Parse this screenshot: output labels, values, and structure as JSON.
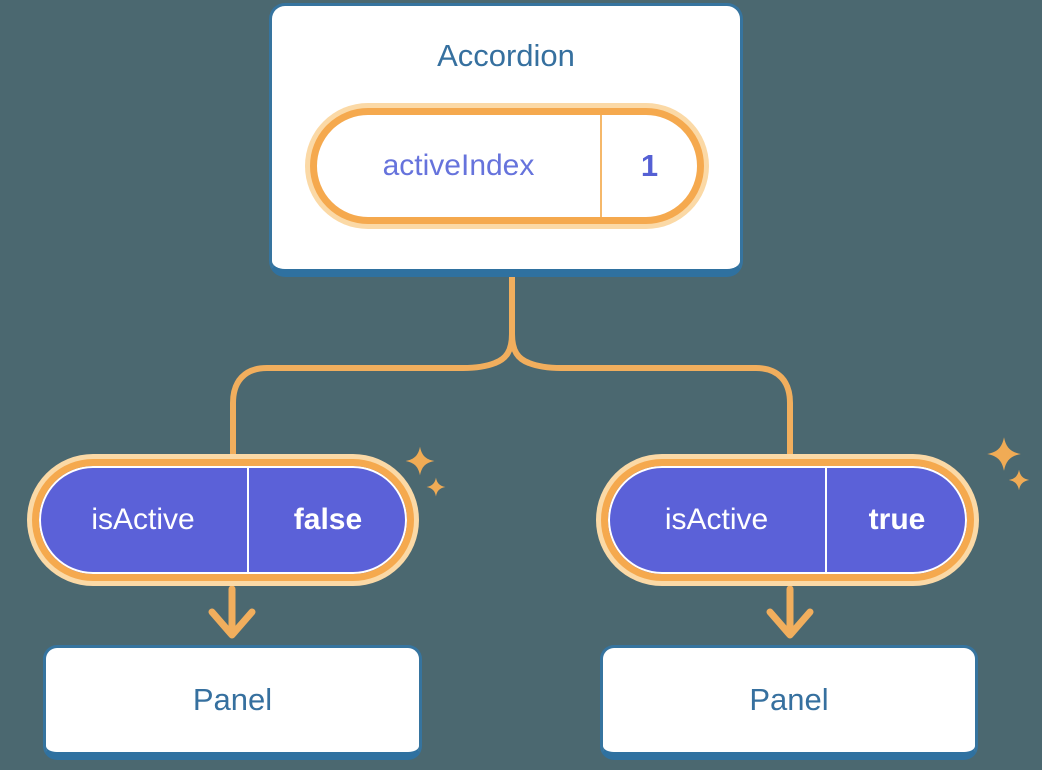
{
  "colors": {
    "background": "#4B6870",
    "card_border": "#36749F",
    "card_border_bottom": "#2F71A0",
    "heading_text": "#36709F",
    "pill_ring": "#F5A94E",
    "pill_halo": "#FBD9A6",
    "pill_divider": "#F5B86A",
    "connector": "#F1AE5D",
    "purple_fill": "#5B61D8",
    "state_name_text": "#6673DC",
    "state_value_text": "#5560D4",
    "sparkle": "#F0AB55"
  },
  "diagram": {
    "parent": {
      "title": "Accordion",
      "state": {
        "name": "activeIndex",
        "value": "1"
      }
    },
    "children": [
      {
        "state": {
          "name": "isActive",
          "value": "false"
        },
        "panel_label": "Panel"
      },
      {
        "state": {
          "name": "isActive",
          "value": "true"
        },
        "panel_label": "Panel"
      }
    ]
  }
}
